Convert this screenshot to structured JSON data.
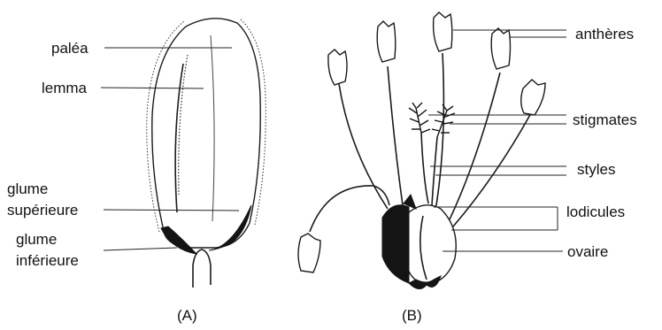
{
  "figure_a": {
    "labels": {
      "palea": "paléa",
      "lemma": "lemma",
      "glume_sup_1": "glume",
      "glume_sup_2": "supérieure",
      "glume_inf_1": "glume",
      "glume_inf_2": "inférieure"
    },
    "caption": "(A)"
  },
  "figure_b": {
    "labels": {
      "antheres": "anthères",
      "stigmates": "stigmates",
      "styles": "styles",
      "lodicules": "lodicules",
      "ovaire": "ovaire"
    },
    "caption": "(B)"
  },
  "colors": {
    "ink": "#1a1a1a",
    "background": "#ffffff"
  }
}
